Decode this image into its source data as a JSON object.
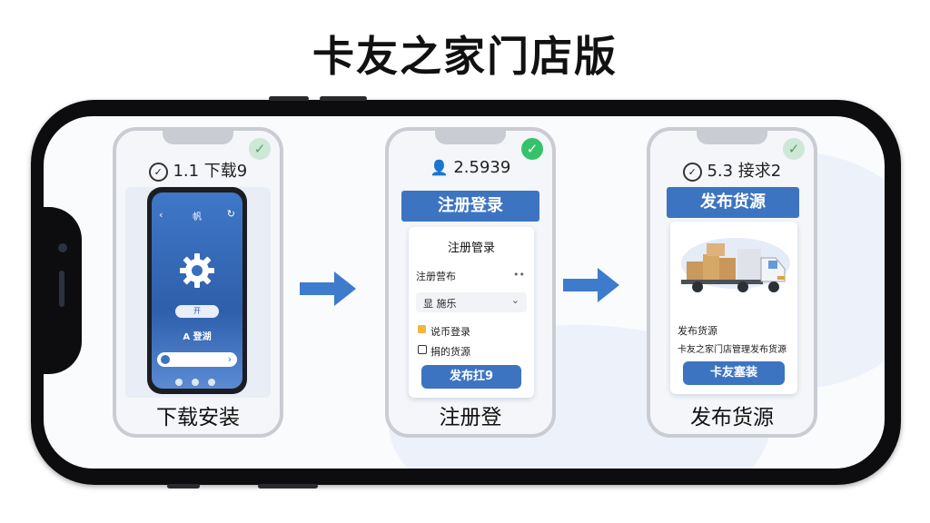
{
  "page_title": "卡友之家门店版",
  "steps": [
    {
      "step_label": "1.1 下载9",
      "caption": "下载安装",
      "inner_phone": {
        "header": "帆",
        "gear_button": "开",
        "bottom_button": "A 登湖",
        "nav_arrow": "›"
      }
    },
    {
      "step_label": "2.5939",
      "caption": "注册登",
      "banner": "注册登录",
      "card_title": "注册管录",
      "field_label": "注册营布",
      "field_trail": "••",
      "select_value": "显 施乐",
      "option_1": "说币登录",
      "option_2": "捐的货源",
      "button": "发布扛9"
    },
    {
      "step_label": "5.3 接求2",
      "caption": "发布货源",
      "banner": "发布货源",
      "info_title": "发布货源",
      "info_line": "卡友之家门店管理发布货源",
      "button": "卡友塞装"
    }
  ],
  "colors": {
    "accent_blue": "#3d74c2",
    "check_green": "#36c26b",
    "frame": "#0d0d0f"
  }
}
